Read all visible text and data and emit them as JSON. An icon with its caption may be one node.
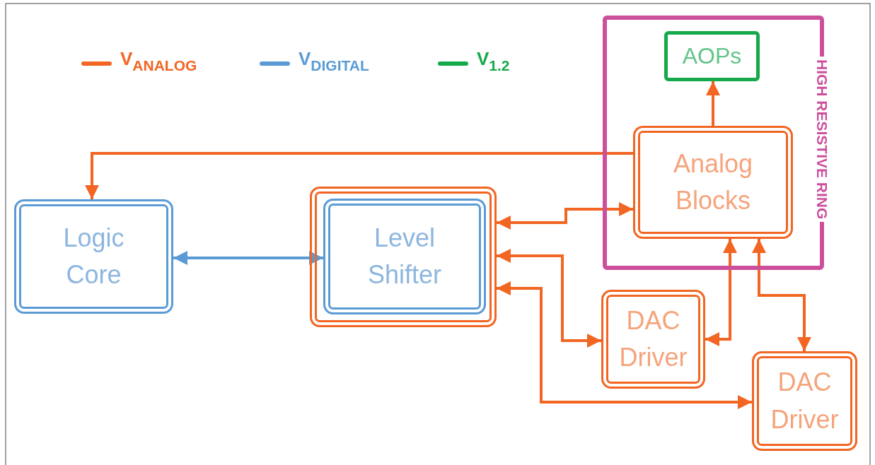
{
  "diagram": {
    "nodes": [
      {
        "text": [
          "Logic Core"
        ]
      },
      {
        "text": [],
        "shape": "box"
      },
      {
        "text": [
          "Level Shifter"
        ],
        "in": 1
      },
      {
        "text": [
          "HIGH RESISTIVE RING"
        ]
      },
      {
        "text": [
          "AOPs"
        ],
        "in": 3
      },
      {
        "text": [
          "Analog Blocks"
        ],
        "in": 3
      },
      {
        "text": [
          "DAC Driver"
        ]
      },
      {
        "text": [
          "DAC Driver"
        ]
      }
    ],
    "edges": [
      {
        "from": 5,
        "to": 0,
        "arrow": "to"
      },
      {
        "from": 0,
        "to": 2,
        "arrow": "both",
        "color": "#5b9bd5"
      },
      {
        "from": 5,
        "to": 4,
        "arrow": "to"
      },
      {
        "from": 1,
        "to": 5,
        "arrow": "both"
      },
      {
        "from": 1,
        "to": 6,
        "arrow": "both"
      },
      {
        "from": 1,
        "to": 7,
        "arrow": "both"
      },
      {
        "from": 6,
        "to": 5,
        "arrow": "both"
      },
      {
        "from": 5,
        "to": 7,
        "arrow": "both"
      }
    ],
    "legend": [
      {
        "text": "V$_{ANALOG}$"
      },
      {
        "text": "V$_{DIGITAL}$"
      },
      {
        "text": "V$_{1.2}$"
      }
    ]
  }
}
